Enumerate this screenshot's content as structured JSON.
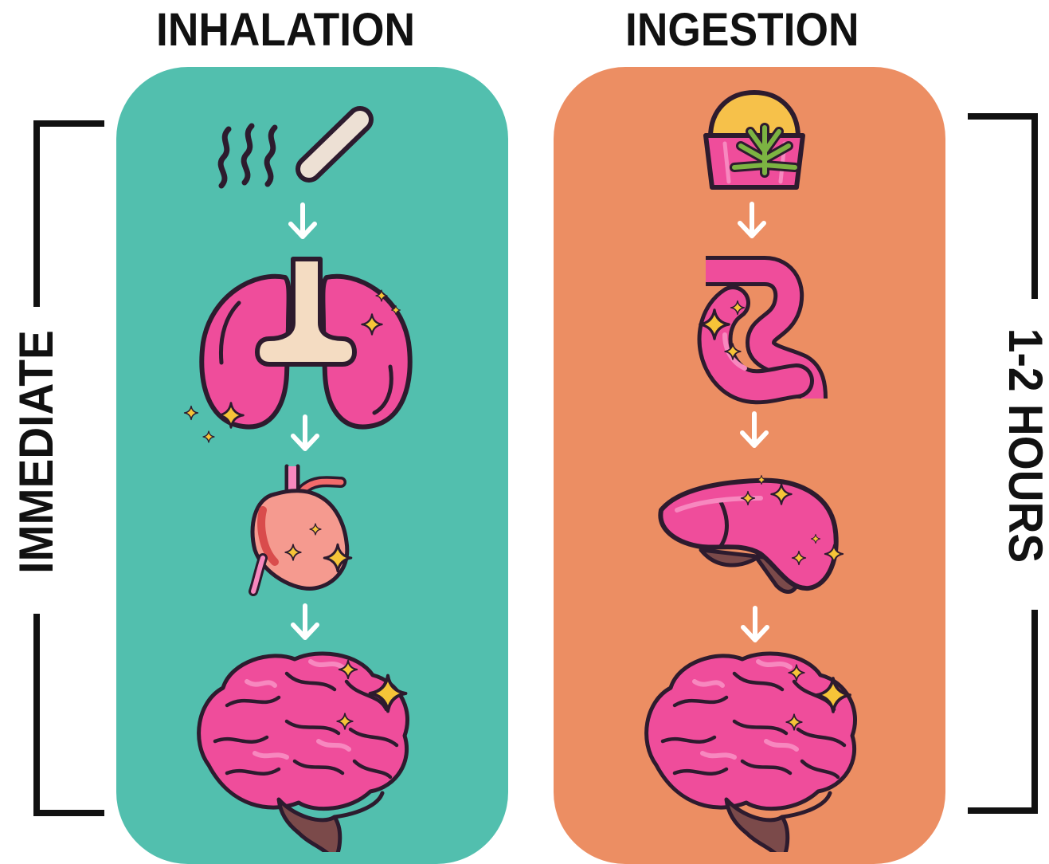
{
  "headings": {
    "left": "INHALATION",
    "right": "INGESTION"
  },
  "timing": {
    "left": "IMMEDIATE",
    "right": "1-2 HOURS"
  },
  "colors": {
    "inhalation_panel": "#52bfae",
    "ingestion_panel": "#ec8e63",
    "organ_pink": "#ef4d9b",
    "organ_pink_light": "#f788bf",
    "outline": "#2d1b2e",
    "sparkle": "#f6c438",
    "arrow": "#ffffff",
    "bracket": "#111111"
  },
  "inhalation_steps": [
    "smoke-icon",
    "joint-icon",
    "lungs-icon",
    "heart-icon",
    "brain-icon"
  ],
  "ingestion_steps": [
    "cannabis-edible-icon",
    "stomach-icon",
    "liver-icon",
    "brain-icon"
  ]
}
